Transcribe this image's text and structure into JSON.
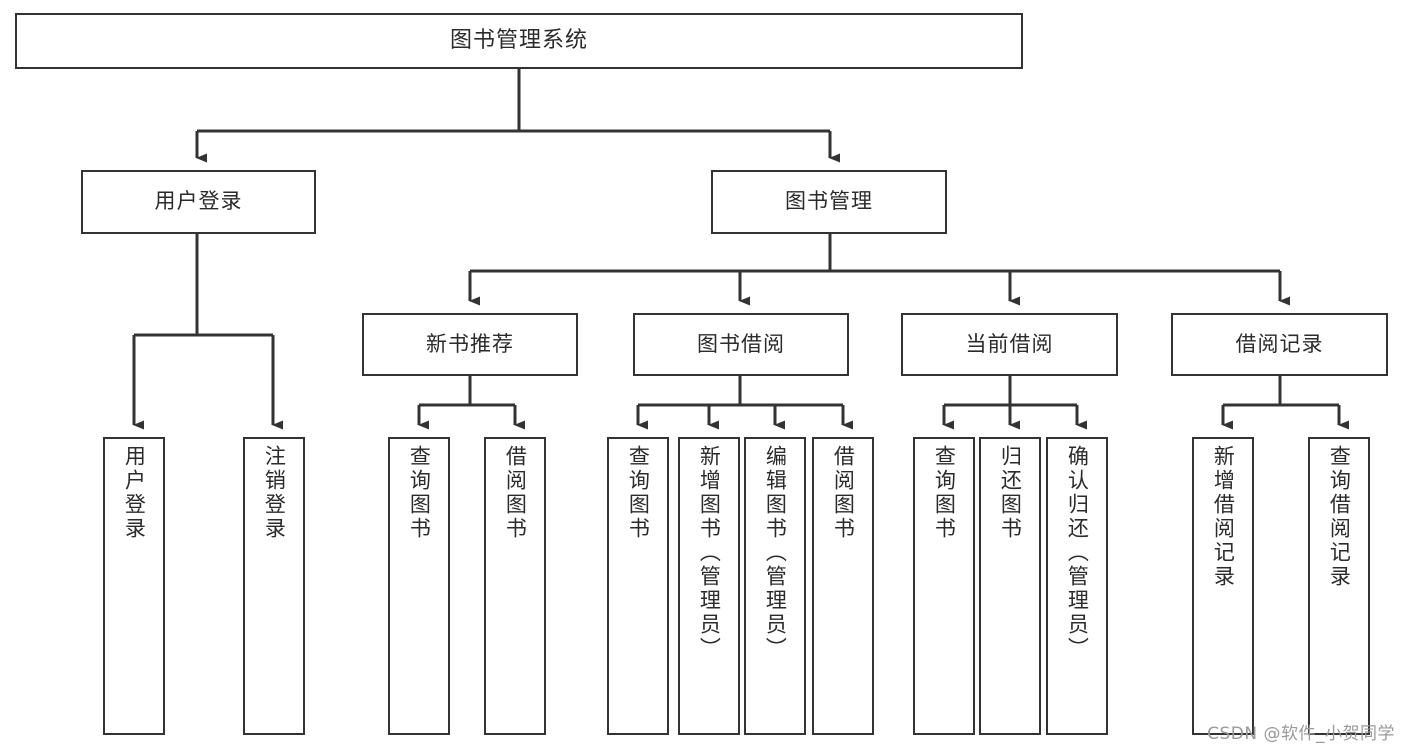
{
  "diagram": {
    "title": "图书管理系统",
    "watermark": "CSDN @软件_小贺同学",
    "colors": {
      "box_border": "#333333",
      "box_fill": "#ffffff",
      "connector": "#333333",
      "text": "#2b2b2b",
      "watermark": "#9a9a9a",
      "background": "#ffffff"
    },
    "levels": {
      "root": "图书管理系统",
      "level2": [
        "用户登录",
        "图书管理"
      ],
      "level3": [
        "新书推荐",
        "图书借阅",
        "当前借阅",
        "借阅记录"
      ]
    },
    "nodes": {
      "root": {
        "label": "图书管理系统"
      },
      "user_login": {
        "label": "用户登录"
      },
      "book_manage": {
        "label": "图书管理"
      },
      "new_book_rec": {
        "label": "新书推荐"
      },
      "book_borrow": {
        "label": "图书借阅"
      },
      "current_borrow": {
        "label": "当前借阅"
      },
      "borrow_record": {
        "label": "借阅记录"
      },
      "leaf_user_login": {
        "label": "用户登录"
      },
      "leaf_logout": {
        "label": "注销登录"
      },
      "leaf_query_book_1": {
        "label": "查询图书"
      },
      "leaf_borrow_book_1": {
        "label": "借阅图书"
      },
      "leaf_query_book_2": {
        "label": "查询图书"
      },
      "leaf_add_book": {
        "label": "新增图书（管理员）"
      },
      "leaf_edit_book": {
        "label": "编辑图书（管理员）"
      },
      "leaf_borrow_book_2": {
        "label": "借阅图书"
      },
      "leaf_query_book_3": {
        "label": "查询图书"
      },
      "leaf_return_book": {
        "label": "归还图书"
      },
      "leaf_confirm_return": {
        "label": "确认归还（管理员）"
      },
      "leaf_add_record": {
        "label": "新增借阅记录"
      },
      "leaf_query_record": {
        "label": "查询借阅记录"
      }
    }
  }
}
